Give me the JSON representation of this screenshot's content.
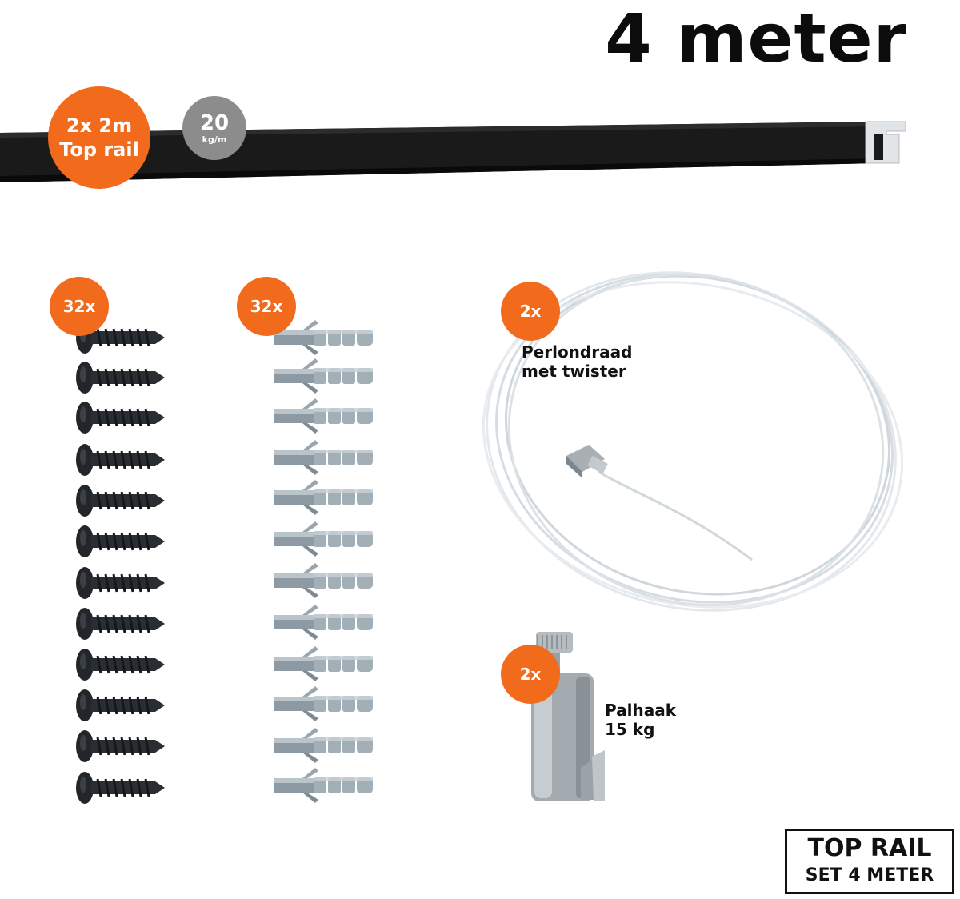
{
  "headline": "4 meter",
  "rail_badge": {
    "line1": "2x 2m",
    "line2": "Top rail"
  },
  "weight_badge": {
    "value": "20",
    "unit": "kg/m"
  },
  "screws": {
    "qty": "32x"
  },
  "plugs": {
    "qty": "32x"
  },
  "wire": {
    "qty": "2x",
    "label_line1": "Perlondraad",
    "label_line2": "met twister"
  },
  "hook": {
    "qty": "2x",
    "label_line1": "Palhaak",
    "label_line2": "15 kg"
  },
  "set_box": {
    "line1": "TOP RAIL",
    "line2": "SET 4 METER"
  },
  "colors": {
    "accent": "#f26b1d",
    "rail": "#121212",
    "grey_badge": "#8c8c8c"
  }
}
